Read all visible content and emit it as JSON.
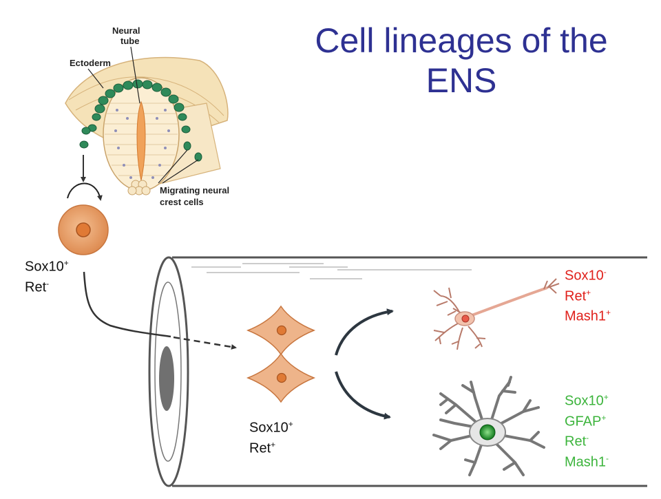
{
  "title": {
    "line1": "Cell lineages of the",
    "line2": "ENS"
  },
  "embryo_labels": {
    "neural_tube_1": "Neural",
    "neural_tube_2": "tube",
    "ectoderm": "Ectoderm",
    "migrating_1": "Migrating neural",
    "migrating_2": "crest cells"
  },
  "progenitor": {
    "l1": "Sox10",
    "l1_sup": "+",
    "l2": "Ret",
    "l2_sup": "-"
  },
  "enteric_precursor": {
    "l1": "Sox10",
    "l1_sup": "+",
    "l2": "Ret",
    "l2_sup": "+"
  },
  "neuron_markers": {
    "color": "#e0201b",
    "m1": "Sox10",
    "m1_sup": "-",
    "m2": "Ret",
    "m2_sup": "+",
    "m3": "Mash1",
    "m3_sup": "+"
  },
  "glia_markers": {
    "color": "#3cb43c",
    "m1": "Sox10",
    "m1_sup": "+",
    "m2": "GFAP",
    "m2_sup": "+",
    "m3": "Ret",
    "m3_sup": "-",
    "m4": "Mash1",
    "m4_sup": "-"
  },
  "colors": {
    "title": "#2e3192",
    "crest_cell": "#e8a06e",
    "crest_cell_dark": "#d97a3c",
    "neural_crest_green": "#2f8a5a",
    "neural_tube_fill": "#f7e7c6",
    "neuron": "#f2c2ad",
    "glia_nucleus": "#1f8b2a",
    "arrow": "#2d3740"
  }
}
